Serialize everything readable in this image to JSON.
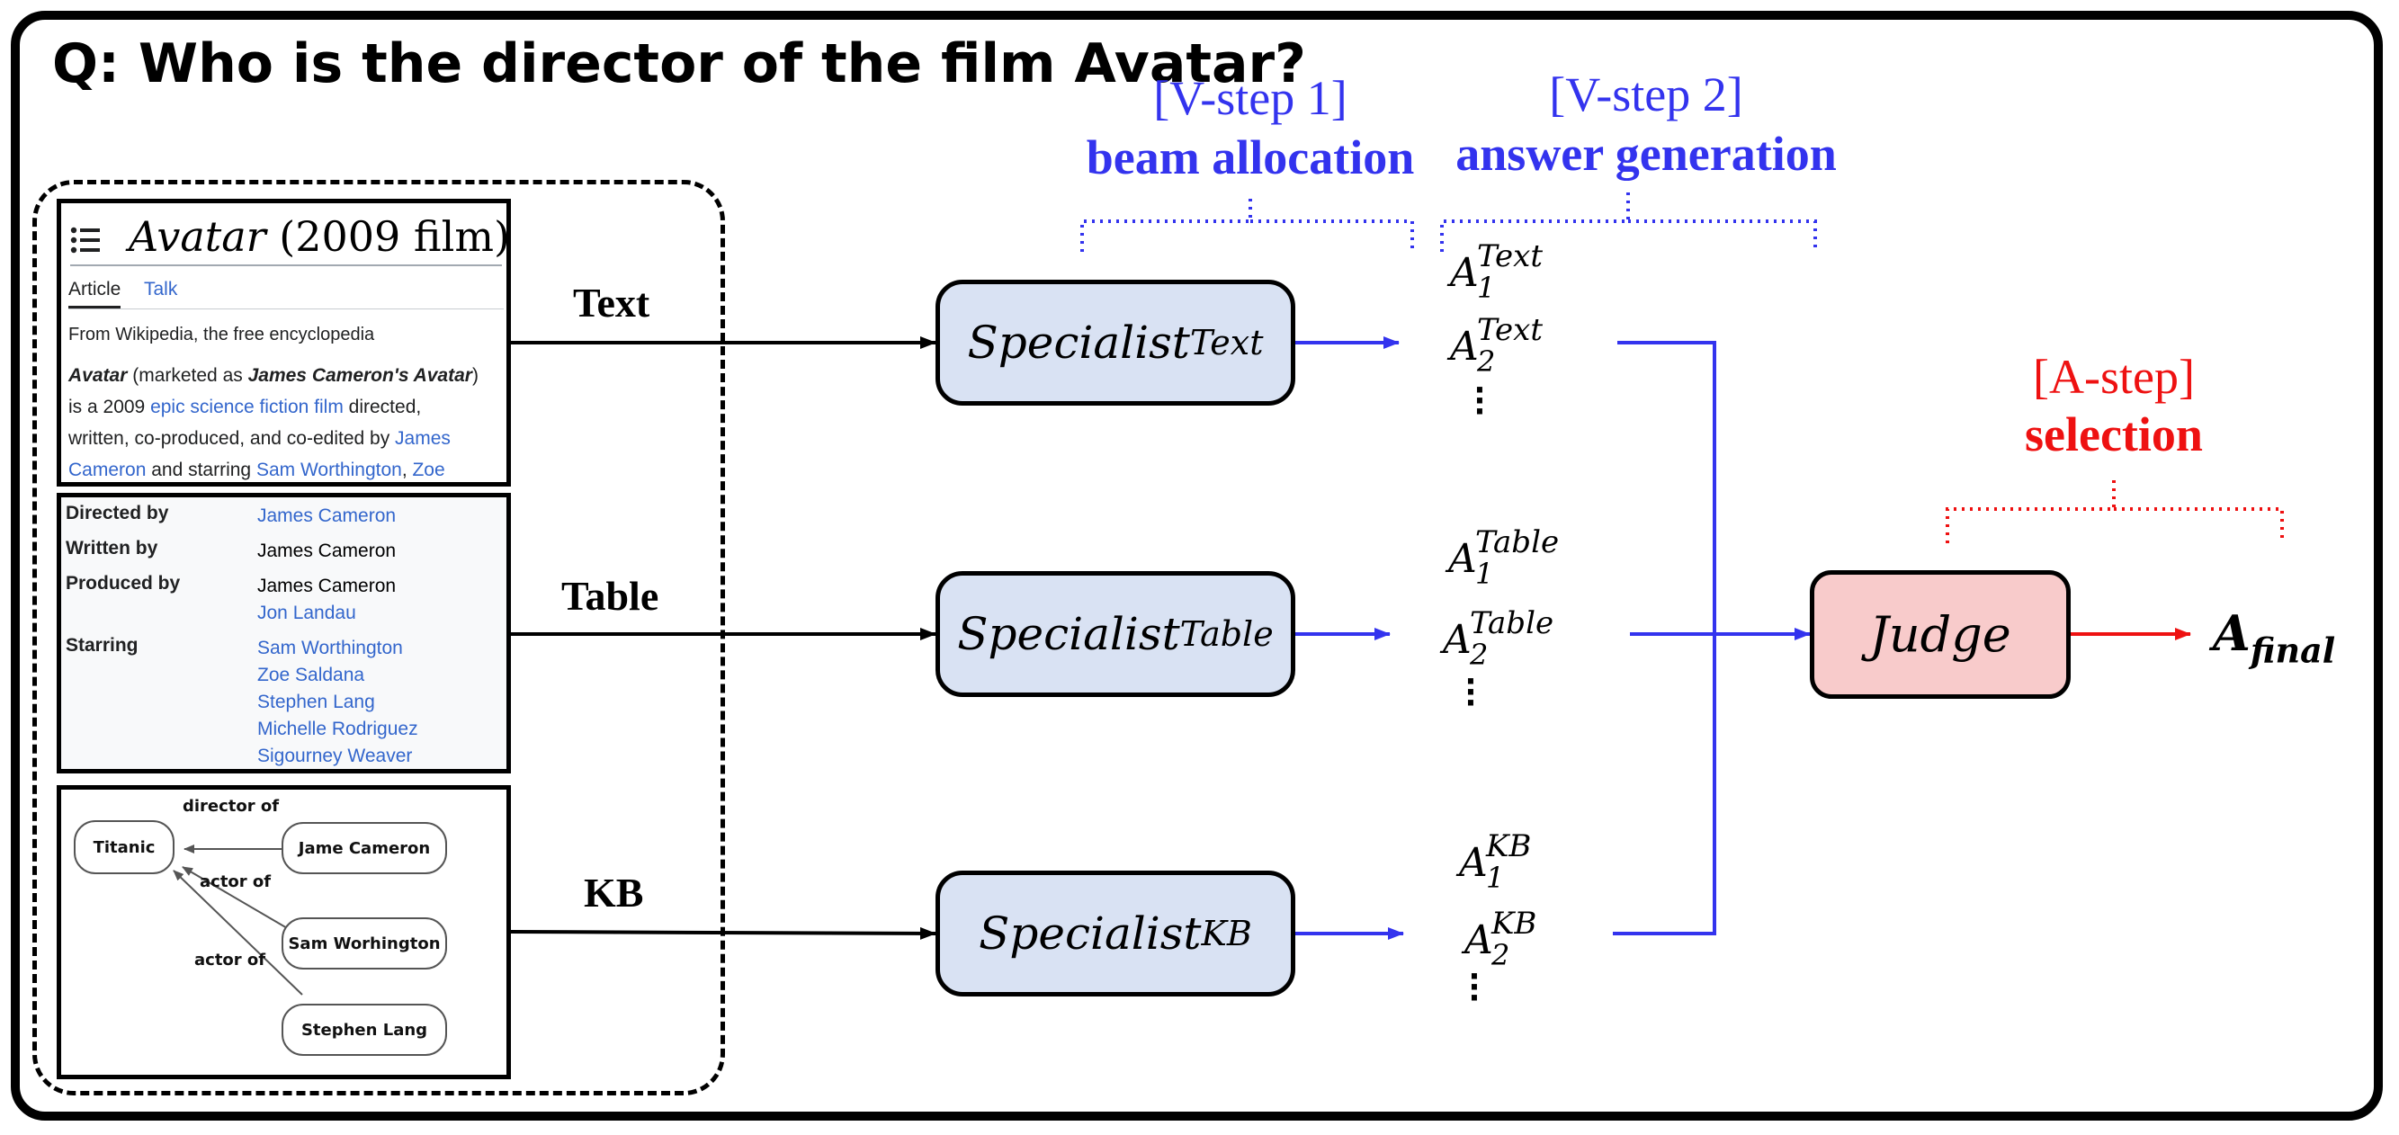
{
  "question": "Q: Who is the director of the film Avatar?",
  "wiki": {
    "title_italic": "Avatar",
    "title_rest": " (2009 film)",
    "tab_article": "Article",
    "tab_talk": "Talk",
    "from": "From Wikipedia, the free encyclopedia",
    "l1_b1": "Avatar",
    "l1_t1": " (marketed as ",
    "l1_b2": "James Cameron's Avatar",
    "l1_t2": ")",
    "l2_t1": "is a 2009 ",
    "l2_link": "epic science fiction film",
    "l2_t2": " directed,",
    "l3_t1": "written, co-produced, and co-edited by ",
    "l3_link": "James",
    "l4_link1": "Cameron",
    "l4_t1": " and starring ",
    "l4_link2": "Sam Worthington",
    "l4_t2": ", ",
    "l4_link3": "Zoe"
  },
  "infobox": {
    "directed_label": "Directed by",
    "directed_value": "James Cameron",
    "written_label": "Written by",
    "written_value": "James Cameron",
    "produced_label": "Produced by",
    "produced_values": [
      "James Cameron",
      "Jon Landau"
    ],
    "starring_label": "Starring",
    "starring_values": [
      "Sam Worthington",
      "Zoe Saldana",
      "Stephen Lang",
      "Michelle Rodriguez",
      "Sigourney Weaver"
    ]
  },
  "kb": {
    "nodes": [
      "Titanic",
      "Jame Cameron",
      "Sam Worhington",
      "Stephen Lang"
    ],
    "edges": [
      "director of",
      "actor of",
      "actor of"
    ]
  },
  "modalities": [
    "Text",
    "Table",
    "KB"
  ],
  "specialists": [
    {
      "base": "Specialist",
      "sub": "Text"
    },
    {
      "base": "Specialist",
      "sub": "Table"
    },
    {
      "base": "Specialist",
      "sub": "KB"
    }
  ],
  "answers": {
    "base": "A",
    "text": [
      "1",
      "2"
    ],
    "table": [
      "1",
      "2"
    ],
    "kb": [
      "1",
      "2"
    ]
  },
  "vstep1": {
    "tag": "[V-step 1]",
    "name": "beam allocation"
  },
  "vstep2": {
    "tag": "[V-step 2]",
    "name": "answer generation"
  },
  "astep": {
    "tag": "[A-step]",
    "name": "selection"
  },
  "judge": "Judge",
  "final": {
    "base": "A",
    "sub": "final"
  },
  "colors": {
    "vstep": "#3333ee",
    "astep": "#ee1111",
    "specialist_fill": "#d9e2f3",
    "judge_fill": "#f8cbcb"
  }
}
